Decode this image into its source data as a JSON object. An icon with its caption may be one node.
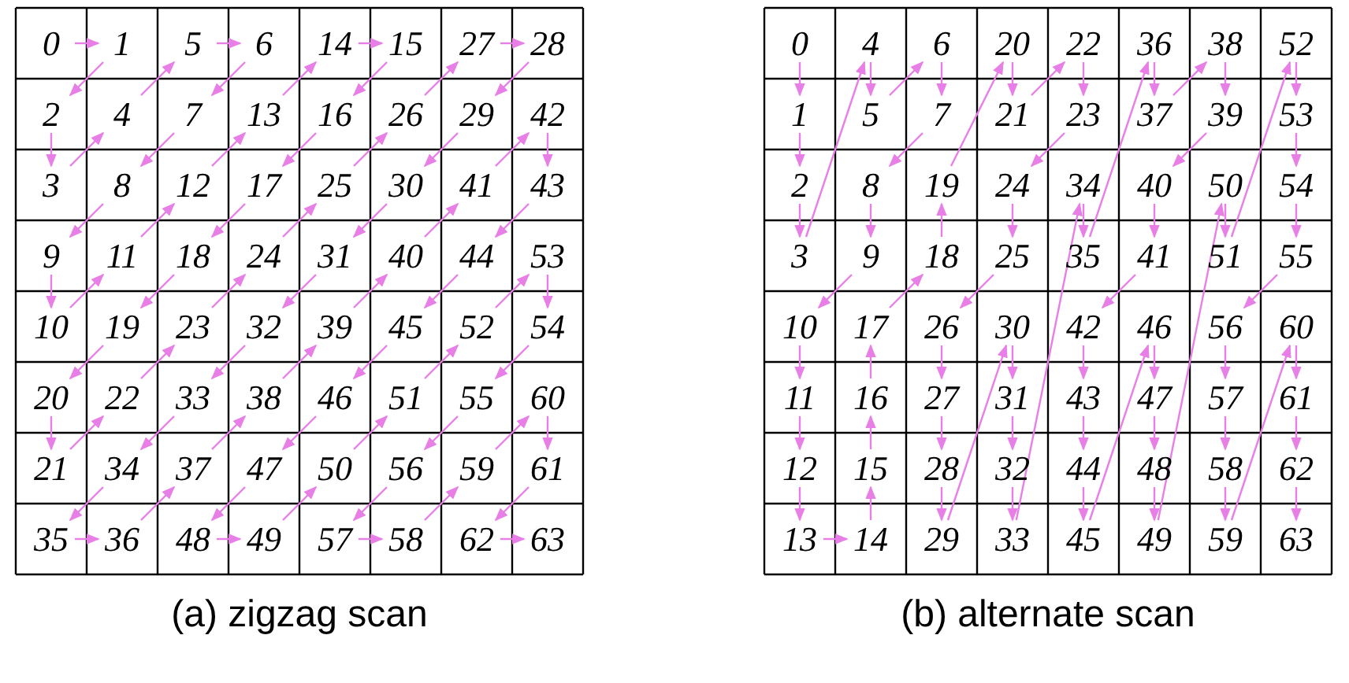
{
  "diagram": {
    "nodes": [
      {
        "text": [
          "0"
        ]
      },
      {
        "text": [
          "1"
        ]
      },
      {
        "text": [
          "5"
        ]
      },
      {
        "text": [
          "6"
        ]
      },
      {
        "text": [
          "14"
        ]
      },
      {
        "text": [
          "15"
        ]
      },
      {
        "text": [
          "27"
        ]
      },
      {
        "text": [
          "28"
        ]
      },
      {
        "text": [
          "2"
        ]
      },
      {
        "text": [
          "4"
        ]
      },
      {
        "text": [
          "7"
        ]
      },
      {
        "text": [
          "13"
        ]
      },
      {
        "text": [
          "16"
        ]
      },
      {
        "text": [
          "26"
        ]
      },
      {
        "text": [
          "29"
        ]
      },
      {
        "text": [
          "42"
        ]
      },
      {
        "text": [
          "3"
        ]
      },
      {
        "text": [
          "8"
        ]
      },
      {
        "text": [
          "12"
        ]
      },
      {
        "text": [
          "17"
        ]
      },
      {
        "text": [
          "25"
        ]
      },
      {
        "text": [
          "30"
        ]
      },
      {
        "text": [
          "41"
        ]
      },
      {
        "text": [
          "43"
        ]
      },
      {
        "text": [
          "9"
        ]
      },
      {
        "text": [
          "11"
        ]
      },
      {
        "text": [
          "18"
        ]
      },
      {
        "text": [
          "24"
        ]
      },
      {
        "text": [
          "31"
        ]
      },
      {
        "text": [
          "40"
        ]
      },
      {
        "text": [
          "44"
        ]
      },
      {
        "text": [
          "53"
        ]
      },
      {
        "text": [
          "10"
        ]
      },
      {
        "text": [
          "19"
        ]
      },
      {
        "text": [
          "23"
        ]
      },
      {
        "text": [
          "32"
        ]
      },
      {
        "text": [
          "39"
        ]
      },
      {
        "text": [
          "45"
        ]
      },
      {
        "text": [
          "52"
        ]
      },
      {
        "text": [
          "54"
        ]
      },
      {
        "text": [
          "20"
        ]
      },
      {
        "text": [
          "22"
        ]
      },
      {
        "text": [
          "33"
        ]
      },
      {
        "text": [
          "38"
        ]
      },
      {
        "text": [
          "46"
        ]
      },
      {
        "text": [
          "51"
        ]
      },
      {
        "text": [
          "55"
        ]
      },
      {
        "text": [
          "60"
        ]
      },
      {
        "text": [
          "21"
        ]
      },
      {
        "text": [
          "34"
        ]
      },
      {
        "text": [
          "37"
        ]
      },
      {
        "text": [
          "47"
        ]
      },
      {
        "text": [
          "50"
        ]
      },
      {
        "text": [
          "56"
        ]
      },
      {
        "text": [
          "59"
        ]
      },
      {
        "text": [
          "61"
        ]
      },
      {
        "text": [
          "35"
        ]
      },
      {
        "text": [
          "36"
        ]
      },
      {
        "text": [
          "48"
        ]
      },
      {
        "text": [
          "49"
        ]
      },
      {
        "text": [
          "57"
        ]
      },
      {
        "text": [
          "58"
        ]
      },
      {
        "text": [
          "62"
        ]
      },
      {
        "text": [
          "63"
        ]
      },
      {
        "text": [
          "0"
        ]
      },
      {
        "text": [
          "4"
        ]
      },
      {
        "text": [
          "6"
        ]
      },
      {
        "text": [
          "20"
        ]
      },
      {
        "text": [
          "22"
        ]
      },
      {
        "text": [
          "36"
        ]
      },
      {
        "text": [
          "38"
        ]
      },
      {
        "text": [
          "52"
        ]
      },
      {
        "text": [
          "1"
        ]
      },
      {
        "text": [
          "5"
        ]
      },
      {
        "text": [
          "7"
        ]
      },
      {
        "text": [
          "21"
        ]
      },
      {
        "text": [
          "23"
        ]
      },
      {
        "text": [
          "37"
        ]
      },
      {
        "text": [
          "39"
        ]
      },
      {
        "text": [
          "53"
        ]
      },
      {
        "text": [
          "2"
        ]
      },
      {
        "text": [
          "8"
        ]
      },
      {
        "text": [
          "19"
        ]
      },
      {
        "text": [
          "24"
        ]
      },
      {
        "text": [
          "34"
        ]
      },
      {
        "text": [
          "40"
        ]
      },
      {
        "text": [
          "50"
        ]
      },
      {
        "text": [
          "54"
        ]
      },
      {
        "text": [
          "3"
        ]
      },
      {
        "text": [
          "9"
        ]
      },
      {
        "text": [
          "18"
        ]
      },
      {
        "text": [
          "25"
        ]
      },
      {
        "text": [
          "35"
        ]
      },
      {
        "text": [
          "41"
        ]
      },
      {
        "text": [
          "51"
        ]
      },
      {
        "text": [
          "55"
        ]
      },
      {
        "text": [
          "10"
        ]
      },
      {
        "text": [
          "17"
        ]
      },
      {
        "text": [
          "26"
        ]
      },
      {
        "text": [
          "30"
        ]
      },
      {
        "text": [
          "42"
        ]
      },
      {
        "text": [
          "46"
        ]
      },
      {
        "text": [
          "56"
        ]
      },
      {
        "text": [
          "60"
        ]
      },
      {
        "text": [
          "11"
        ]
      },
      {
        "text": [
          "16"
        ]
      },
      {
        "text": [
          "27"
        ]
      },
      {
        "text": [
          "31"
        ]
      },
      {
        "text": [
          "43"
        ]
      },
      {
        "text": [
          "47"
        ]
      },
      {
        "text": [
          "57"
        ]
      },
      {
        "text": [
          "61"
        ]
      },
      {
        "text": [
          "12"
        ]
      },
      {
        "text": [
          "15"
        ]
      },
      {
        "text": [
          "28"
        ]
      },
      {
        "text": [
          "32"
        ]
      },
      {
        "text": [
          "44"
        ]
      },
      {
        "text": [
          "48"
        ]
      },
      {
        "text": [
          "58"
        ]
      },
      {
        "text": [
          "62"
        ]
      },
      {
        "text": [
          "13"
        ]
      },
      {
        "text": [
          "14"
        ]
      },
      {
        "text": [
          "29"
        ]
      },
      {
        "text": [
          "33"
        ]
      },
      {
        "text": [
          "45"
        ]
      },
      {
        "text": [
          "49"
        ]
      },
      {
        "text": [
          "59"
        ]
      },
      {
        "text": [
          "63"
        ]
      }
    ],
    "edges": [
      {
        "from": 0,
        "to": 1,
        "arrow": "to"
      },
      {
        "from": 1,
        "to": 8,
        "arrow": "to"
      },
      {
        "from": 8,
        "to": 16,
        "arrow": "to"
      },
      {
        "from": 16,
        "to": 9,
        "arrow": "to"
      },
      {
        "from": 9,
        "to": 2,
        "arrow": "to"
      },
      {
        "from": 2,
        "to": 3,
        "arrow": "to"
      },
      {
        "from": 3,
        "to": 10,
        "arrow": "to"
      },
      {
        "from": 10,
        "to": 17,
        "arrow": "to"
      },
      {
        "from": 17,
        "to": 24,
        "arrow": "to"
      },
      {
        "from": 24,
        "to": 32,
        "arrow": "to"
      },
      {
        "from": 32,
        "to": 25,
        "arrow": "to"
      },
      {
        "from": 25,
        "to": 18,
        "arrow": "to"
      },
      {
        "from": 18,
        "to": 11,
        "arrow": "to"
      },
      {
        "from": 11,
        "to": 4,
        "arrow": "to"
      },
      {
        "from": 4,
        "to": 5,
        "arrow": "to"
      },
      {
        "from": 5,
        "to": 12,
        "arrow": "to"
      },
      {
        "from": 12,
        "to": 19,
        "arrow": "to"
      },
      {
        "from": 19,
        "to": 26,
        "arrow": "to"
      },
      {
        "from": 26,
        "to": 33,
        "arrow": "to"
      },
      {
        "from": 33,
        "to": 40,
        "arrow": "to"
      },
      {
        "from": 40,
        "to": 48,
        "arrow": "to"
      },
      {
        "from": 48,
        "to": 41,
        "arrow": "to"
      },
      {
        "from": 41,
        "to": 34,
        "arrow": "to"
      },
      {
        "from": 34,
        "to": 27,
        "arrow": "to"
      },
      {
        "from": 27,
        "to": 20,
        "arrow": "to"
      },
      {
        "from": 20,
        "to": 13,
        "arrow": "to"
      },
      {
        "from": 13,
        "to": 6,
        "arrow": "to"
      },
      {
        "from": 6,
        "to": 7,
        "arrow": "to"
      },
      {
        "from": 7,
        "to": 14,
        "arrow": "to"
      },
      {
        "from": 14,
        "to": 21,
        "arrow": "to"
      },
      {
        "from": 21,
        "to": 28,
        "arrow": "to"
      },
      {
        "from": 28,
        "to": 35,
        "arrow": "to"
      },
      {
        "from": 35,
        "to": 42,
        "arrow": "to"
      },
      {
        "from": 42,
        "to": 49,
        "arrow": "to"
      },
      {
        "from": 49,
        "to": 56,
        "arrow": "to"
      },
      {
        "from": 56,
        "to": 57,
        "arrow": "to"
      },
      {
        "from": 57,
        "to": 50,
        "arrow": "to"
      },
      {
        "from": 50,
        "to": 43,
        "arrow": "to"
      },
      {
        "from": 43,
        "to": 36,
        "arrow": "to"
      },
      {
        "from": 36,
        "to": 29,
        "arrow": "to"
      },
      {
        "from": 29,
        "to": 22,
        "arrow": "to"
      },
      {
        "from": 22,
        "to": 15,
        "arrow": "to"
      },
      {
        "from": 15,
        "to": 23,
        "arrow": "to"
      },
      {
        "from": 23,
        "to": 30,
        "arrow": "to"
      },
      {
        "from": 30,
        "to": 37,
        "arrow": "to"
      },
      {
        "from": 37,
        "to": 44,
        "arrow": "to"
      },
      {
        "from": 44,
        "to": 51,
        "arrow": "to"
      },
      {
        "from": 51,
        "to": 58,
        "arrow": "to"
      },
      {
        "from": 58,
        "to": 59,
        "arrow": "to"
      },
      {
        "from": 59,
        "to": 52,
        "arrow": "to"
      },
      {
        "from": 52,
        "to": 45,
        "arrow": "to"
      },
      {
        "from": 45,
        "to": 38,
        "arrow": "to"
      },
      {
        "from": 38,
        "to": 31,
        "arrow": "to"
      },
      {
        "from": 31,
        "to": 39,
        "arrow": "to"
      },
      {
        "from": 39,
        "to": 46,
        "arrow": "to"
      },
      {
        "from": 46,
        "to": 53,
        "arrow": "to"
      },
      {
        "from": 53,
        "to": 60,
        "arrow": "to"
      },
      {
        "from": 60,
        "to": 61,
        "arrow": "to"
      },
      {
        "from": 61,
        "to": 54,
        "arrow": "to"
      },
      {
        "from": 54,
        "to": 47,
        "arrow": "to"
      },
      {
        "from": 47,
        "to": 55,
        "arrow": "to"
      },
      {
        "from": 55,
        "to": 62,
        "arrow": "to"
      },
      {
        "from": 62,
        "to": 63,
        "arrow": "to"
      },
      {
        "from": 64,
        "to": 72,
        "arrow": "to"
      },
      {
        "from": 72,
        "to": 80,
        "arrow": "to"
      },
      {
        "from": 80,
        "to": 88,
        "arrow": "to"
      },
      {
        "from": 88,
        "to": 65,
        "arrow": "to"
      },
      {
        "from": 65,
        "to": 73,
        "arrow": "to"
      },
      {
        "from": 73,
        "to": 66,
        "arrow": "to"
      },
      {
        "from": 66,
        "to": 74,
        "arrow": "to"
      },
      {
        "from": 74,
        "to": 81,
        "arrow": "to"
      },
      {
        "from": 81,
        "to": 89,
        "arrow": "to"
      },
      {
        "from": 89,
        "to": 96,
        "arrow": "to"
      },
      {
        "from": 96,
        "to": 104,
        "arrow": "to"
      },
      {
        "from": 104,
        "to": 112,
        "arrow": "to"
      },
      {
        "from": 112,
        "to": 120,
        "arrow": "to"
      },
      {
        "from": 120,
        "to": 121,
        "arrow": "to"
      },
      {
        "from": 121,
        "to": 113,
        "arrow": "to"
      },
      {
        "from": 113,
        "to": 105,
        "arrow": "to"
      },
      {
        "from": 105,
        "to": 97,
        "arrow": "to"
      },
      {
        "from": 97,
        "to": 90,
        "arrow": "to"
      },
      {
        "from": 90,
        "to": 82,
        "arrow": "to"
      },
      {
        "from": 82,
        "to": 67,
        "arrow": "to"
      },
      {
        "from": 67,
        "to": 75,
        "arrow": "to"
      },
      {
        "from": 75,
        "to": 68,
        "arrow": "to"
      },
      {
        "from": 68,
        "to": 76,
        "arrow": "to"
      },
      {
        "from": 76,
        "to": 83,
        "arrow": "to"
      },
      {
        "from": 83,
        "to": 91,
        "arrow": "to"
      },
      {
        "from": 91,
        "to": 98,
        "arrow": "to"
      },
      {
        "from": 98,
        "to": 106,
        "arrow": "to"
      },
      {
        "from": 106,
        "to": 114,
        "arrow": "to"
      },
      {
        "from": 114,
        "to": 122,
        "arrow": "to"
      },
      {
        "from": 122,
        "to": 99,
        "arrow": "to"
      },
      {
        "from": 99,
        "to": 107,
        "arrow": "to"
      },
      {
        "from": 107,
        "to": 115,
        "arrow": "to"
      },
      {
        "from": 115,
        "to": 123,
        "arrow": "to"
      },
      {
        "from": 123,
        "to": 84,
        "arrow": "to"
      },
      {
        "from": 84,
        "to": 92,
        "arrow": "to"
      },
      {
        "from": 92,
        "to": 69,
        "arrow": "to"
      },
      {
        "from": 69,
        "to": 77,
        "arrow": "to"
      },
      {
        "from": 77,
        "to": 70,
        "arrow": "to"
      },
      {
        "from": 70,
        "to": 78,
        "arrow": "to"
      },
      {
        "from": 78,
        "to": 85,
        "arrow": "to"
      },
      {
        "from": 85,
        "to": 93,
        "arrow": "to"
      },
      {
        "from": 93,
        "to": 100,
        "arrow": "to"
      },
      {
        "from": 100,
        "to": 108,
        "arrow": "to"
      },
      {
        "from": 108,
        "to": 116,
        "arrow": "to"
      },
      {
        "from": 116,
        "to": 124,
        "arrow": "to"
      },
      {
        "from": 124,
        "to": 101,
        "arrow": "to"
      },
      {
        "from": 101,
        "to": 109,
        "arrow": "to"
      },
      {
        "from": 109,
        "to": 117,
        "arrow": "to"
      },
      {
        "from": 117,
        "to": 125,
        "arrow": "to"
      },
      {
        "from": 125,
        "to": 86,
        "arrow": "to"
      },
      {
        "from": 86,
        "to": 94,
        "arrow": "to"
      },
      {
        "from": 94,
        "to": 71,
        "arrow": "to"
      },
      {
        "from": 71,
        "to": 79,
        "arrow": "to"
      },
      {
        "from": 79,
        "to": 87,
        "arrow": "to"
      },
      {
        "from": 87,
        "to": 95,
        "arrow": "to"
      },
      {
        "from": 95,
        "to": 102,
        "arrow": "to"
      },
      {
        "from": 102,
        "to": 110,
        "arrow": "to"
      },
      {
        "from": 110,
        "to": 118,
        "arrow": "to"
      },
      {
        "from": 118,
        "to": 126,
        "arrow": "to"
      },
      {
        "from": 126,
        "to": 103,
        "arrow": "to"
      },
      {
        "from": 103,
        "to": 111,
        "arrow": "to"
      },
      {
        "from": 111,
        "to": 119,
        "arrow": "to"
      },
      {
        "from": 119,
        "to": 127,
        "arrow": "to"
      }
    ],
    "labels": [
      "(a) zigzag scan",
      "(b) alternate scan"
    ]
  }
}
